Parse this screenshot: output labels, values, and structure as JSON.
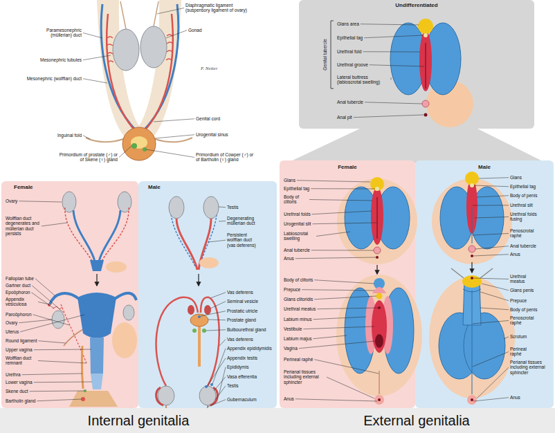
{
  "diagram": {
    "nodes": [
      {
        "text": [
          "Female"
        ]
      },
      {
        "text": [
          "Male"
        ]
      },
      {
        "text": [
          "Undifferentiated"
        ]
      },
      {
        "text": [
          "Female"
        ]
      },
      {
        "text": [
          "Male"
        ]
      }
    ],
    "labels": [
      "Diaphragmatic ligament (suspensory ligament of ovary)",
      "Paramesonephric (müllerian) duct",
      "Mesonephric tubules",
      "Gonad",
      "Mesonephric (wolffian) duct",
      "Genital cord",
      "Inguinal fold",
      "Urogenital sinus",
      "Primordium of prostate (♂) or of Skene (♀) gland",
      "Primordium of Cowper (♂) or of Bartholin (♀) gland",
      "F. Netter",
      "Ovary",
      "Wolffian duct degenerates and müllerian duct persists",
      "Fallopian tube",
      "Gartner duct",
      "Epoöphoron",
      "Appendix vesiculosa",
      "Paroöphoron",
      "Ovary",
      "Uterus",
      "Round ligament",
      "Upper vagina",
      "Wolffian duct remnant",
      "Urethra",
      "Lower vagina",
      "Skene duct",
      "Bartholin gland",
      "Testis",
      "Degenerating müllerian duct",
      "Persistent wolffian duct (vas deferens)",
      "Vas deferens",
      "Seminal vesicle",
      "Prostatic utricle",
      "Prostate gland",
      "Bulbourethral gland",
      "Vas deferens",
      "Appendix epididymidis",
      "Appendix testis",
      "Epididymis",
      "Vasa efferentia",
      "Testis",
      "Gubernaculum",
      "Genital tubercle",
      "Glans area",
      "Epithelial tag",
      "Urethral fold",
      "Urethral groove",
      "Lateral buttress (labioscrotal swelling)",
      "Anal tubercle",
      "Anal pit",
      "Glans",
      "Epithelial tag",
      "Body of clitoris",
      "Urethral folds",
      "Urogenital slit",
      "Labioscrotal swelling",
      "Anal tubercle",
      "Anus",
      "Body of clitoris",
      "Prepuce",
      "Glans clitoridis",
      "Urethral meatus",
      "Labium minus",
      "Vestibule",
      "Labium majus",
      "Vagina",
      "Perineal raphé",
      "Perianal tissues including external sphincter",
      "Anus",
      "Glans",
      "Epithelial tag",
      "Body of penis",
      "Urethral slit",
      "Urethral folds fusing",
      "Penoscrotal raphé",
      "Anal tubercle",
      "Anus",
      "Urethral meatus",
      "Glans penis",
      "Prepuce",
      "Body of penis",
      "Penoscrotal raphé",
      "Scrotum",
      "Perineal raphé",
      "Perianal tissues including external sphincter",
      "Anus",
      "Internal genitalia",
      "External genitalia"
    ]
  }
}
